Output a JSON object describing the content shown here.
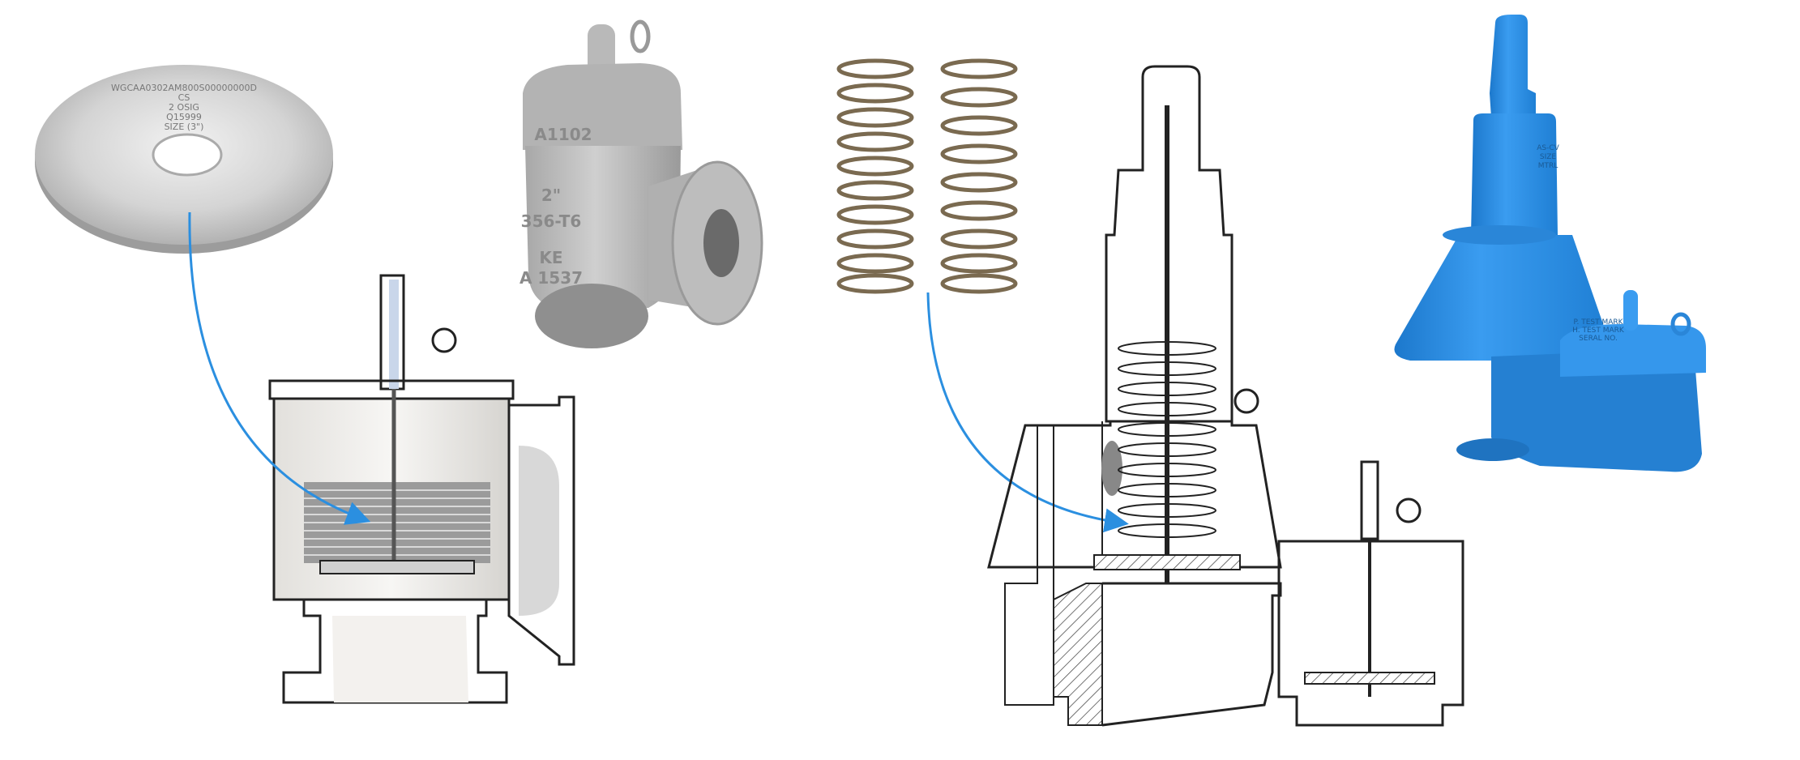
{
  "colors": {
    "arrow": "#2b8fe0",
    "blue_valve": "#2f8fe3",
    "steel": "#c8c8c8",
    "spring": "#7a6a50",
    "line": "#222222"
  },
  "disc": {
    "engraving": [
      "WGCAA0302AM800S00000000D",
      "CS",
      "2 OSIG",
      "Q15999",
      "SIZE (3\")"
    ]
  },
  "steel_valve": {
    "markings": [
      "A1102",
      "2\"",
      "356-T6",
      "KE",
      "A 1537"
    ]
  },
  "blue_valve": {
    "markings": [
      "AS-CV",
      "SIZE",
      "MTRL",
      "P. TEST MARK",
      "H. TEST MARK",
      "SERAL NO."
    ]
  }
}
